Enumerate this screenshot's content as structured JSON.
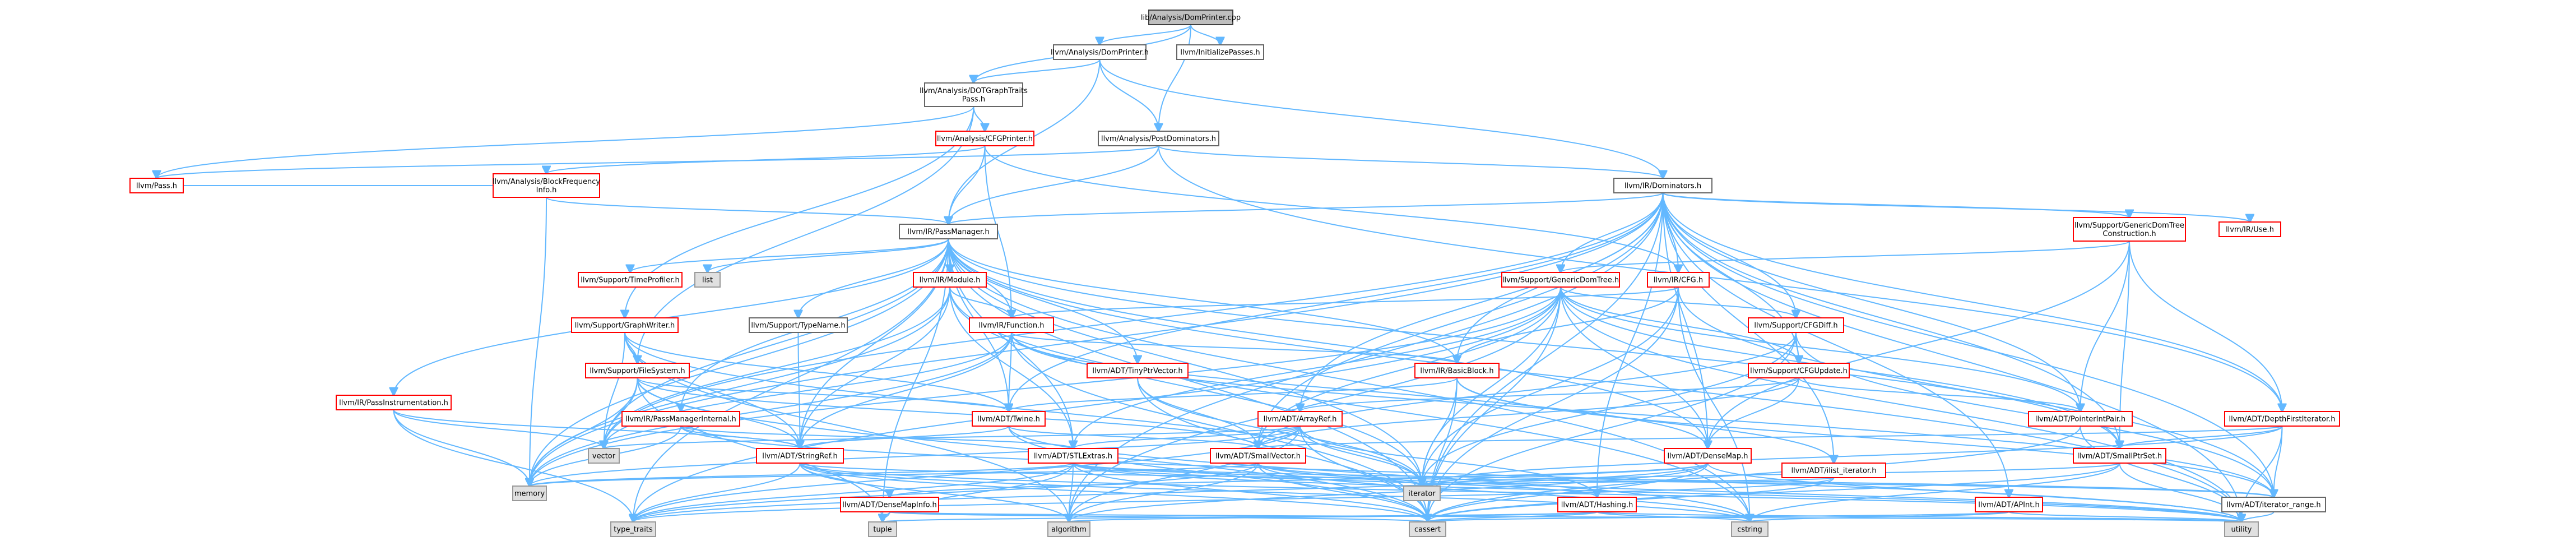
{
  "nodes": [
    {
      "id": "root",
      "label": "lib/Analysis/DomPrinter.cpp",
      "style": "root"
    },
    {
      "id": "domprinter_h",
      "label": "llvm/Analysis/DomPrinter.h",
      "style": "normal"
    },
    {
      "id": "initpasses",
      "label": "llvm/InitializePasses.h",
      "style": "normal"
    },
    {
      "id": "dotgraph",
      "label": "llvm/Analysis/DOTGraphTraits\nPass.h",
      "style": "normal"
    },
    {
      "id": "postdom",
      "label": "llvm/Analysis/PostDominators.h",
      "style": "normal"
    },
    {
      "id": "cfgprinter",
      "label": "llvm/Analysis/CFGPrinter.h",
      "style": "red"
    },
    {
      "id": "blockfreq",
      "label": "llvm/Analysis/BlockFrequency\nInfo.h",
      "style": "red"
    },
    {
      "id": "pass",
      "label": "llvm/Pass.h",
      "style": "red"
    },
    {
      "id": "dominators",
      "label": "llvm/IR/Dominators.h",
      "style": "normal"
    },
    {
      "id": "passmanager",
      "label": "llvm/IR/PassManager.h",
      "style": "normal"
    },
    {
      "id": "timeprofiler",
      "label": "llvm/Support/TimeProfiler.h",
      "style": "red"
    },
    {
      "id": "list",
      "label": "list",
      "style": "gray"
    },
    {
      "id": "module",
      "label": "llvm/IR/Module.h",
      "style": "red"
    },
    {
      "id": "typename",
      "label": "llvm/Support/TypeName.h",
      "style": "normal"
    },
    {
      "id": "gendomcons",
      "label": "llvm/Support/GenericDomTree\nConstruction.h",
      "style": "red"
    },
    {
      "id": "irusea",
      "label": "llvm/IR/Use.h",
      "style": "red"
    },
    {
      "id": "gendomtree",
      "label": "llvm/Support/GenericDomTree.h",
      "style": "red"
    },
    {
      "id": "ircfg",
      "label": "llvm/IR/CFG.h",
      "style": "red"
    },
    {
      "id": "graphwriter",
      "label": "llvm/Support/GraphWriter.h",
      "style": "red"
    },
    {
      "id": "function",
      "label": "llvm/IR/Function.h",
      "style": "red"
    },
    {
      "id": "tinyptr",
      "label": "llvm/ADT/TinyPtrVector.h",
      "style": "red"
    },
    {
      "id": "cfgdiff",
      "label": "llvm/Support/CFGDiff.h",
      "style": "red"
    },
    {
      "id": "filesystem",
      "label": "llvm/Support/FileSystem.h",
      "style": "red"
    },
    {
      "id": "basicblock",
      "label": "llvm/IR/BasicBlock.h",
      "style": "red"
    },
    {
      "id": "cfgupdate",
      "label": "llvm/Support/CFGUpdate.h",
      "style": "red"
    },
    {
      "id": "passinstr",
      "label": "llvm/IR/PassInstrumentation.h",
      "style": "red"
    },
    {
      "id": "pminternal",
      "label": "llvm/IR/PassManagerInternal.h",
      "style": "red"
    },
    {
      "id": "twine",
      "label": "llvm/ADT/Twine.h",
      "style": "red"
    },
    {
      "id": "arrayref",
      "label": "llvm/ADT/ArrayRef.h",
      "style": "red"
    },
    {
      "id": "ptrintpair",
      "label": "llvm/ADT/PointerIntPair.h",
      "style": "red"
    },
    {
      "id": "dfiter",
      "label": "llvm/ADT/DepthFirstIterator.h",
      "style": "red"
    },
    {
      "id": "vector",
      "label": "vector",
      "style": "gray"
    },
    {
      "id": "stringref",
      "label": "llvm/ADT/StringRef.h",
      "style": "red"
    },
    {
      "id": "stlextras",
      "label": "llvm/ADT/STLExtras.h",
      "style": "red"
    },
    {
      "id": "smallvector",
      "label": "llvm/ADT/SmallVector.h",
      "style": "red"
    },
    {
      "id": "densemap",
      "label": "llvm/ADT/DenseMap.h",
      "style": "red"
    },
    {
      "id": "ilistiter",
      "label": "llvm/ADT/ilist_iterator.h",
      "style": "red"
    },
    {
      "id": "smallptrset",
      "label": "llvm/ADT/SmallPtrSet.h",
      "style": "red"
    },
    {
      "id": "memory",
      "label": "memory",
      "style": "gray"
    },
    {
      "id": "iterator",
      "label": "iterator",
      "style": "gray"
    },
    {
      "id": "densemapinfo",
      "label": "llvm/ADT/DenseMapInfo.h",
      "style": "red"
    },
    {
      "id": "hashing",
      "label": "llvm/ADT/Hashing.h",
      "style": "red"
    },
    {
      "id": "apint",
      "label": "llvm/ADT/APInt.h",
      "style": "red"
    },
    {
      "id": "iterrange",
      "label": "llvm/ADT/iterator_range.h",
      "style": "normal"
    },
    {
      "id": "typetraits",
      "label": "type_traits",
      "style": "gray"
    },
    {
      "id": "tuple",
      "label": "tuple",
      "style": "gray"
    },
    {
      "id": "algorithm",
      "label": "algorithm",
      "style": "gray"
    },
    {
      "id": "cassert",
      "label": "cassert",
      "style": "gray"
    },
    {
      "id": "cstring",
      "label": "cstring",
      "style": "gray"
    },
    {
      "id": "utility",
      "label": "utility",
      "style": "gray"
    }
  ],
  "edges": [
    [
      "root",
      "domprinter_h"
    ],
    [
      "root",
      "initpasses"
    ],
    [
      "root",
      "dotgraph"
    ],
    [
      "root",
      "postdom"
    ],
    [
      "domprinter_h",
      "dotgraph"
    ],
    [
      "domprinter_h",
      "postdom"
    ],
    [
      "domprinter_h",
      "dominators"
    ],
    [
      "domprinter_h",
      "passmanager"
    ],
    [
      "dotgraph",
      "cfgprinter"
    ],
    [
      "dotgraph",
      "pass"
    ],
    [
      "dotgraph",
      "filesystem"
    ],
    [
      "dotgraph",
      "graphwriter"
    ],
    [
      "postdom",
      "dominators"
    ],
    [
      "postdom",
      "passmanager"
    ],
    [
      "postdom",
      "pass"
    ],
    [
      "postdom",
      "dfiter"
    ],
    [
      "cfgprinter",
      "blockfreq"
    ],
    [
      "cfgprinter",
      "passmanager"
    ],
    [
      "cfgprinter",
      "function"
    ],
    [
      "cfgprinter",
      "ircfg"
    ],
    [
      "blockfreq",
      "pass"
    ],
    [
      "blockfreq",
      "passmanager"
    ],
    [
      "blockfreq",
      "memory"
    ],
    [
      "dominators",
      "passmanager"
    ],
    [
      "dominators",
      "gendomcons"
    ],
    [
      "dominators",
      "irusea"
    ],
    [
      "dominators",
      "gendomtree"
    ],
    [
      "dominators",
      "ircfg"
    ],
    [
      "dominators",
      "cfgdiff"
    ],
    [
      "dominators",
      "cfgupdate"
    ],
    [
      "dominators",
      "basicblock"
    ],
    [
      "dominators",
      "dfiter"
    ],
    [
      "dominators",
      "ptrintpair"
    ],
    [
      "dominators",
      "smallptrset"
    ],
    [
      "dominators",
      "arrayref"
    ],
    [
      "dominators",
      "densemap"
    ],
    [
      "dominators",
      "ilistiter"
    ],
    [
      "dominators",
      "twine"
    ],
    [
      "dominators",
      "smallvector"
    ],
    [
      "dominators",
      "hashing"
    ],
    [
      "dominators",
      "apint"
    ],
    [
      "dominators",
      "iterrange"
    ],
    [
      "dominators",
      "utility"
    ],
    [
      "dominators",
      "cassert"
    ],
    [
      "dominators",
      "algorithm"
    ],
    [
      "dominators",
      "vector"
    ],
    [
      "dominators",
      "memory"
    ],
    [
      "passmanager",
      "timeprofiler"
    ],
    [
      "passmanager",
      "list"
    ],
    [
      "passmanager",
      "module"
    ],
    [
      "passmanager",
      "typename"
    ],
    [
      "passmanager",
      "function"
    ],
    [
      "passmanager",
      "tinyptr"
    ],
    [
      "passmanager",
      "passinstr"
    ],
    [
      "passmanager",
      "pminternal"
    ],
    [
      "passmanager",
      "stringref"
    ],
    [
      "passmanager",
      "stlextras"
    ],
    [
      "passmanager",
      "smallptrset"
    ],
    [
      "passmanager",
      "densemap"
    ],
    [
      "passmanager",
      "vector"
    ],
    [
      "passmanager",
      "memory"
    ],
    [
      "passmanager",
      "iterator"
    ],
    [
      "passmanager",
      "typetraits"
    ],
    [
      "passmanager",
      "tuple"
    ],
    [
      "passmanager",
      "cassert"
    ],
    [
      "passmanager",
      "cstring"
    ],
    [
      "passmanager",
      "utility"
    ],
    [
      "passmanager",
      "basicblock"
    ],
    [
      "passmanager",
      "twine"
    ],
    [
      "module",
      "function"
    ],
    [
      "module",
      "stringref"
    ],
    [
      "module",
      "stlextras"
    ],
    [
      "module",
      "iterator"
    ],
    [
      "module",
      "vector"
    ],
    [
      "module",
      "memory"
    ],
    [
      "module",
      "cstring"
    ],
    [
      "typename",
      "stringref"
    ],
    [
      "gendomcons",
      "gendomtree"
    ],
    [
      "gendomcons",
      "dfiter"
    ],
    [
      "gendomcons",
      "ptrintpair"
    ],
    [
      "gendomcons",
      "smallptrset"
    ],
    [
      "gendomcons",
      "densemap"
    ],
    [
      "gendomtree",
      "cfgdiff"
    ],
    [
      "gendomtree",
      "cfgupdate"
    ],
    [
      "gendomtree",
      "ptrintpair"
    ],
    [
      "gendomtree",
      "stlextras"
    ],
    [
      "gendomtree",
      "smallptrset"
    ],
    [
      "gendomtree",
      "smallvector"
    ],
    [
      "gendomtree",
      "densemap"
    ],
    [
      "gendomtree",
      "iterator"
    ],
    [
      "gendomtree",
      "algorithm"
    ],
    [
      "gendomtree",
      "cassert"
    ],
    [
      "gendomtree",
      "memory"
    ],
    [
      "gendomtree",
      "typetraits"
    ],
    [
      "gendomtree",
      "utility"
    ],
    [
      "ircfg",
      "basicblock"
    ],
    [
      "ircfg",
      "function"
    ],
    [
      "ircfg",
      "iterrange"
    ],
    [
      "ircfg",
      "cassert"
    ],
    [
      "ircfg",
      "iterator"
    ],
    [
      "ircfg",
      "cstring"
    ],
    [
      "graphwriter",
      "filesystem"
    ],
    [
      "graphwriter",
      "stringref"
    ],
    [
      "graphwriter",
      "twine"
    ],
    [
      "graphwriter",
      "vector"
    ],
    [
      "graphwriter",
      "algorithm"
    ],
    [
      "graphwriter",
      "iterator"
    ],
    [
      "function",
      "basicblock"
    ],
    [
      "function",
      "stringref"
    ],
    [
      "function",
      "twine"
    ],
    [
      "function",
      "iterrange"
    ],
    [
      "function",
      "densemap"
    ],
    [
      "function",
      "memory"
    ],
    [
      "function",
      "cassert"
    ],
    [
      "function",
      "vector"
    ],
    [
      "tinyptr",
      "smallvector"
    ],
    [
      "tinyptr",
      "cassert"
    ],
    [
      "tinyptr",
      "iterator"
    ],
    [
      "tinyptr",
      "type_traits"
    ],
    [
      "cfgdiff",
      "cfgupdate"
    ],
    [
      "cfgdiff",
      "iterrange"
    ],
    [
      "cfgdiff",
      "smallvector"
    ],
    [
      "cfgdiff",
      "cassert"
    ],
    [
      "cfgdiff",
      "iterator"
    ],
    [
      "filesystem",
      "twine"
    ],
    [
      "filesystem",
      "smallvector"
    ],
    [
      "filesystem",
      "memory"
    ],
    [
      "filesystem",
      "vector"
    ],
    [
      "filesystem",
      "cassert"
    ],
    [
      "filesystem",
      "stringref"
    ],
    [
      "filesystem",
      "tuple"
    ],
    [
      "basicblock",
      "twine"
    ],
    [
      "basicblock",
      "ilistiter"
    ],
    [
      "basicblock",
      "iterator"
    ],
    [
      "basicblock",
      "cassert"
    ],
    [
      "basicblock",
      "iterrange"
    ],
    [
      "cfgupdate",
      "arrayref"
    ],
    [
      "cfgupdate",
      "densemap"
    ],
    [
      "cfgupdate",
      "ptrintpair"
    ],
    [
      "cfgupdate",
      "smallvector"
    ],
    [
      "passinstr",
      "stringref"
    ],
    [
      "passinstr",
      "memory"
    ],
    [
      "passinstr",
      "vector"
    ],
    [
      "passinstr",
      "typetraits"
    ],
    [
      "pminternal",
      "stlextras"
    ],
    [
      "pminternal",
      "stringref"
    ],
    [
      "pminternal",
      "memory"
    ],
    [
      "pminternal",
      "utility"
    ],
    [
      "twine",
      "smallvector"
    ],
    [
      "twine",
      "stringref"
    ],
    [
      "twine",
      "cassert"
    ],
    [
      "twine",
      "cstring"
    ],
    [
      "arrayref",
      "smallvector"
    ],
    [
      "arrayref",
      "stlextras"
    ],
    [
      "arrayref",
      "hashing"
    ],
    [
      "arrayref",
      "algorithm"
    ],
    [
      "arrayref",
      "cassert"
    ],
    [
      "arrayref",
      "iterator"
    ],
    [
      "arrayref",
      "memory"
    ],
    [
      "arrayref",
      "typetraits"
    ],
    [
      "arrayref",
      "vector"
    ],
    [
      "ptrintpair",
      "cassert"
    ],
    [
      "ptrintpair",
      "utility"
    ],
    [
      "dfiter",
      "iterrange"
    ],
    [
      "dfiter",
      "smallptrset"
    ],
    [
      "dfiter",
      "smallvector"
    ],
    [
      "dfiter",
      "iterator"
    ],
    [
      "dfiter",
      "utility"
    ],
    [
      "stringref",
      "densemapinfo"
    ],
    [
      "stringref",
      "iterrange"
    ],
    [
      "stringref",
      "algorithm"
    ],
    [
      "stringref",
      "cassert"
    ],
    [
      "stringref",
      "cstring"
    ],
    [
      "stringref",
      "typetraits"
    ],
    [
      "stringref",
      "utility"
    ],
    [
      "stlextras",
      "hashing"
    ],
    [
      "stlextras",
      "iterrange"
    ],
    [
      "stlextras",
      "algorithm"
    ],
    [
      "stlextras",
      "cassert"
    ],
    [
      "stlextras",
      "iterator"
    ],
    [
      "stlextras",
      "memory"
    ],
    [
      "stlextras",
      "tuple"
    ],
    [
      "stlextras",
      "typetraits"
    ],
    [
      "stlextras",
      "utility"
    ],
    [
      "smallvector",
      "algorithm"
    ],
    [
      "smallvector",
      "cassert"
    ],
    [
      "smallvector",
      "cstring"
    ],
    [
      "smallvector",
      "iterator"
    ],
    [
      "smallvector",
      "memory"
    ],
    [
      "smallvector",
      "typetraits"
    ],
    [
      "smallvector",
      "utility"
    ],
    [
      "densemap",
      "densemapinfo"
    ],
    [
      "densemap",
      "algorithm"
    ],
    [
      "densemap",
      "cassert"
    ],
    [
      "densemap",
      "iterator"
    ],
    [
      "densemap",
      "typetraits"
    ],
    [
      "densemap",
      "utility"
    ],
    [
      "ilistiter",
      "cassert"
    ],
    [
      "ilistiter",
      "iterator"
    ],
    [
      "ilistiter",
      "typetraits"
    ],
    [
      "smallptrset",
      "iterator"
    ],
    [
      "smallptrset",
      "cassert"
    ],
    [
      "smallptrset",
      "cstring"
    ],
    [
      "smallptrset",
      "utility"
    ],
    [
      "densemapinfo",
      "cassert"
    ],
    [
      "densemapinfo",
      "tuple"
    ],
    [
      "densemapinfo",
      "utility"
    ],
    [
      "hashing",
      "algorithm"
    ],
    [
      "hashing",
      "cassert"
    ],
    [
      "hashing",
      "cstring"
    ],
    [
      "hashing",
      "tuple"
    ],
    [
      "hashing",
      "utility"
    ],
    [
      "apint",
      "cassert"
    ],
    [
      "apint",
      "utility"
    ],
    [
      "apint",
      "cstring"
    ],
    [
      "iterrange",
      "utility"
    ]
  ],
  "colors": {
    "edge": "#63b8ff",
    "root_fill": "#bfbfbf",
    "root_stroke": "#404040",
    "normal_fill": "#ffffff",
    "normal_stroke": "#666666",
    "red_stroke": "#ff0000",
    "gray_fill": "#e0e0e0",
    "gray_stroke": "#999999"
  }
}
